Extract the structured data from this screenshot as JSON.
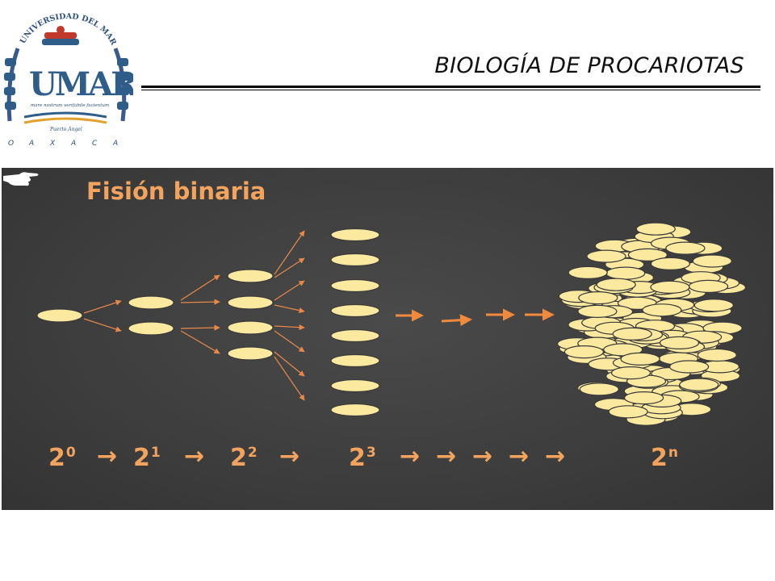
{
  "header": {
    "title": "BIOLOGÍA DE PROCARIOTAS",
    "logo": {
      "arc_text": "UNIVERSIDAD DEL MAR",
      "monogram": "UMAR",
      "motto": "mare nostrum verifabile facientum",
      "campus": "Puerto Ángel",
      "state_letters": [
        "O",
        "A",
        "X",
        "A",
        "C",
        "A"
      ]
    }
  },
  "panel": {
    "title": "Fisión binaria",
    "hand_icon": "pointing-hand-icon",
    "accent_color": "#f2a35e",
    "cell_color": "#fbe9a0",
    "background_color": "#3d3d3d",
    "powers": [
      {
        "base": "2",
        "exp": "0"
      },
      {
        "base": "2",
        "exp": "1"
      },
      {
        "base": "2",
        "exp": "2"
      },
      {
        "base": "2",
        "exp": "3"
      },
      {
        "base": "2",
        "exp": "n"
      }
    ],
    "arrow_glyph": "→"
  }
}
